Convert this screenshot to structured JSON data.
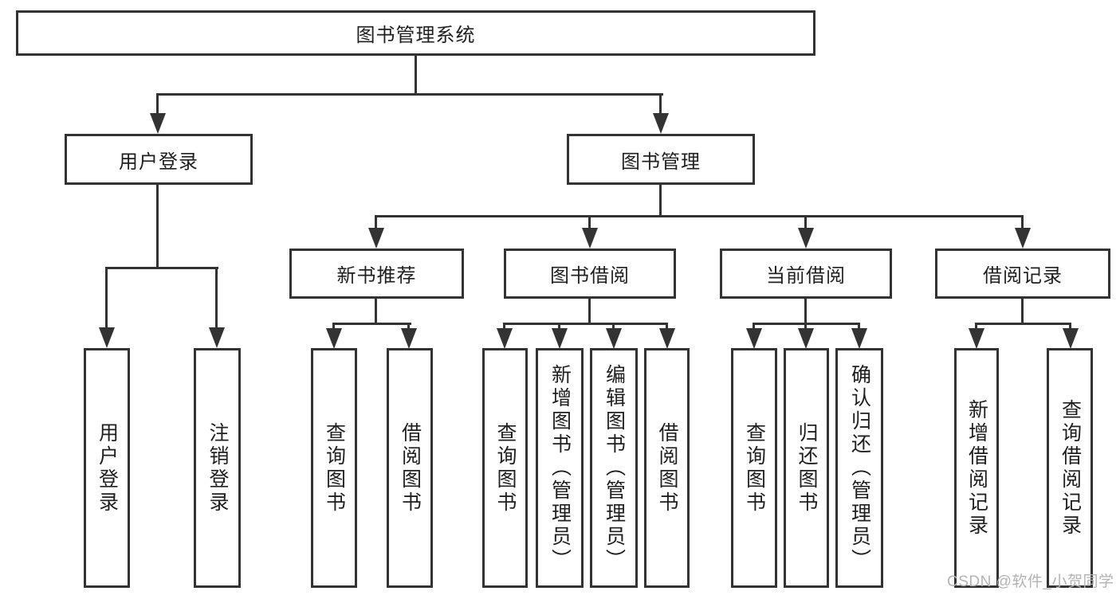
{
  "tree": {
    "label": "图书管理系统",
    "children": [
      {
        "label": "用户登录",
        "children": [
          {
            "label": "用户登录"
          },
          {
            "label": "注销登录"
          }
        ]
      },
      {
        "label": "图书管理",
        "children": [
          {
            "label": "新书推荐",
            "children": [
              {
                "label": "查询图书"
              },
              {
                "label": "借阅图书"
              }
            ]
          },
          {
            "label": "图书借阅",
            "children": [
              {
                "label": "查询图书"
              },
              {
                "label": "新增图书（管理员）"
              },
              {
                "label": "编辑图书（管理员）"
              },
              {
                "label": "借阅图书"
              }
            ]
          },
          {
            "label": "当前借阅",
            "children": [
              {
                "label": "查询图书"
              },
              {
                "label": "归还图书"
              },
              {
                "label": "确认归还（管理员）"
              }
            ]
          },
          {
            "label": "借阅记录",
            "children": [
              {
                "label": "新增借阅记录"
              },
              {
                "label": "查询借阅记录"
              }
            ]
          }
        ]
      }
    ]
  },
  "watermark": {
    "text": "CSDN @软件_小贺同学"
  },
  "colors": {
    "line": "#333333",
    "text": "#1f1f1f",
    "background": "#ffffff",
    "watermark": "#b3b3b3"
  }
}
